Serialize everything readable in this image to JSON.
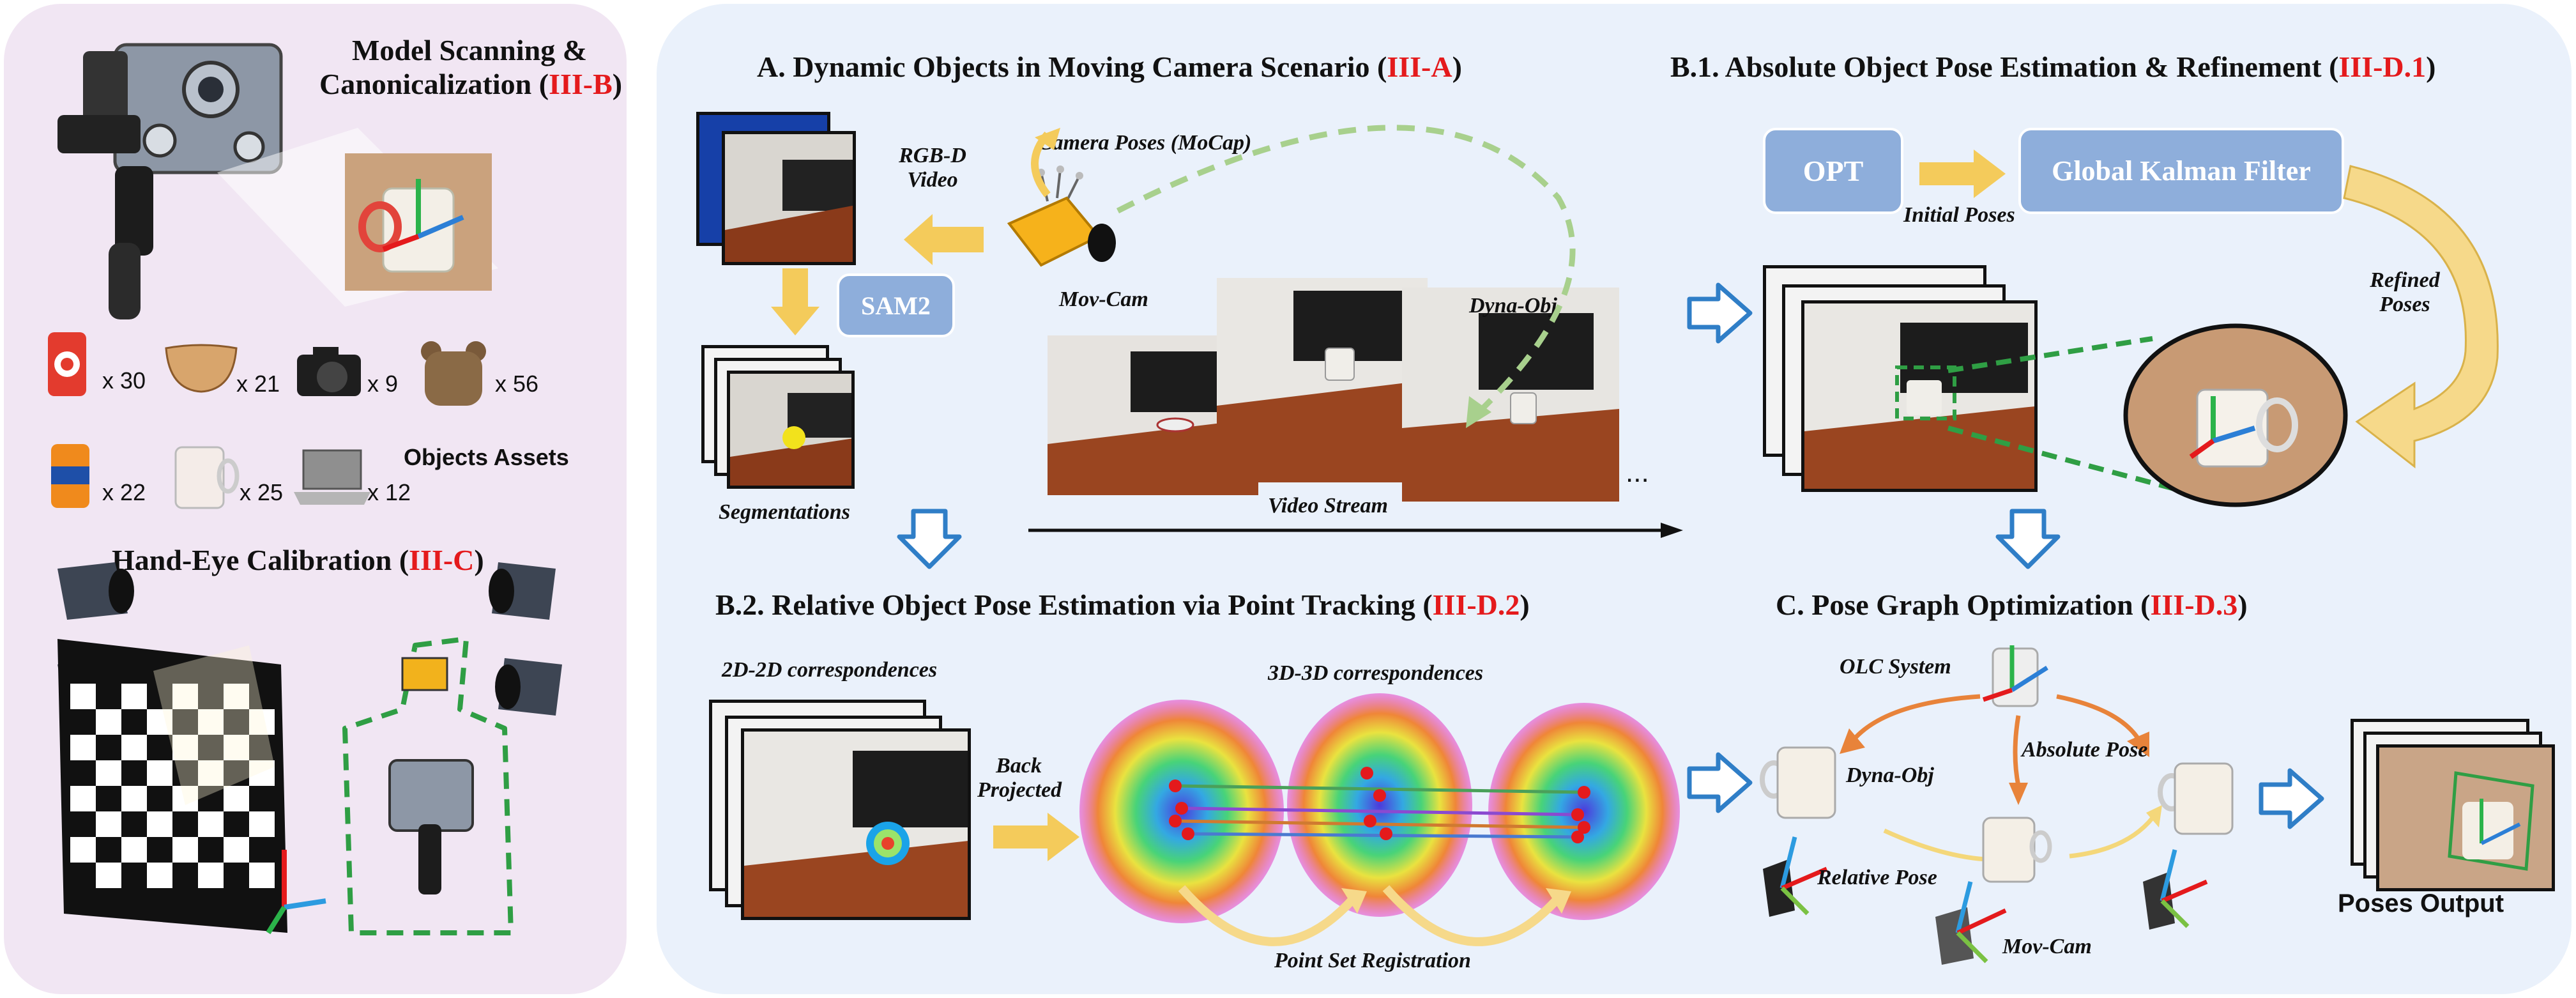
{
  "left_panel": {
    "model_scanning": {
      "title": "Model Scanning &",
      "title_line2": "Canonicalization (",
      "section": "III-B",
      "close": ")"
    },
    "objects": [
      {
        "name": "can",
        "count": "x 30"
      },
      {
        "name": "bowl",
        "count": "x 21"
      },
      {
        "name": "camera",
        "count": "x 9"
      },
      {
        "name": "bear",
        "count": "x 56"
      },
      {
        "name": "soda",
        "count": "x 22"
      },
      {
        "name": "mug",
        "count": "x 25"
      },
      {
        "name": "laptop",
        "count": "x 12"
      }
    ],
    "objects_assets": "Objects Assets",
    "hand_eye": {
      "title": "Hand-Eye Calibration (",
      "section": "III-C",
      "close": ")"
    }
  },
  "section_a": {
    "title": "A. Dynamic Objects in Moving Camera Scenario (",
    "section": "III-A",
    "close": ")",
    "rgbd_video": "RGB-D\nVideo",
    "camera_poses": "Camera Poses (MoCap)",
    "mov_cam": "Mov-Cam",
    "dyna_obj": "Dyna-Obj",
    "sam2": "SAM2",
    "segmentations": "Segmentations",
    "video_stream": "Video Stream",
    "ellipsis": "..."
  },
  "section_b1": {
    "title": "B.1. Absolute Object Pose Estimation & Refinement (",
    "section": "III-D.1",
    "close": ")",
    "opt": "OPT",
    "kalman": "Global Kalman Filter",
    "initial_poses": "Initial Poses",
    "refined_poses": "Refined\nPoses"
  },
  "section_b2": {
    "title": "B.2. Relative Object Pose Estimation via Point Tracking (",
    "section": "III-D.2",
    "close": ")",
    "corr_2d": "2D-2D correspondences",
    "corr_3d": "3D-3D correspondences",
    "back_projected": "Back\nProjected",
    "point_set_registration": "Point Set Registration"
  },
  "section_c": {
    "title": "C. Pose Graph Optimization (",
    "section": "III-D.3",
    "close": ")",
    "olc_system": "OLC System",
    "dyna_obj": "Dyna-Obj",
    "absolute_pose": "Absolute Pose",
    "relative_pose": "Relative Pose",
    "mov_cam": "Mov-Cam",
    "poses_output": "Poses Output"
  },
  "colors": {
    "red_ref": "#e41a1c",
    "box_blue": "#8eaedb",
    "arrow_yellow": "#f4cb5b",
    "arrow_blue": "#2f7ec7",
    "dash_green": "#2f9e44",
    "dash_lightgreen": "#a8d08d",
    "orange_edge": "#e8833a"
  }
}
